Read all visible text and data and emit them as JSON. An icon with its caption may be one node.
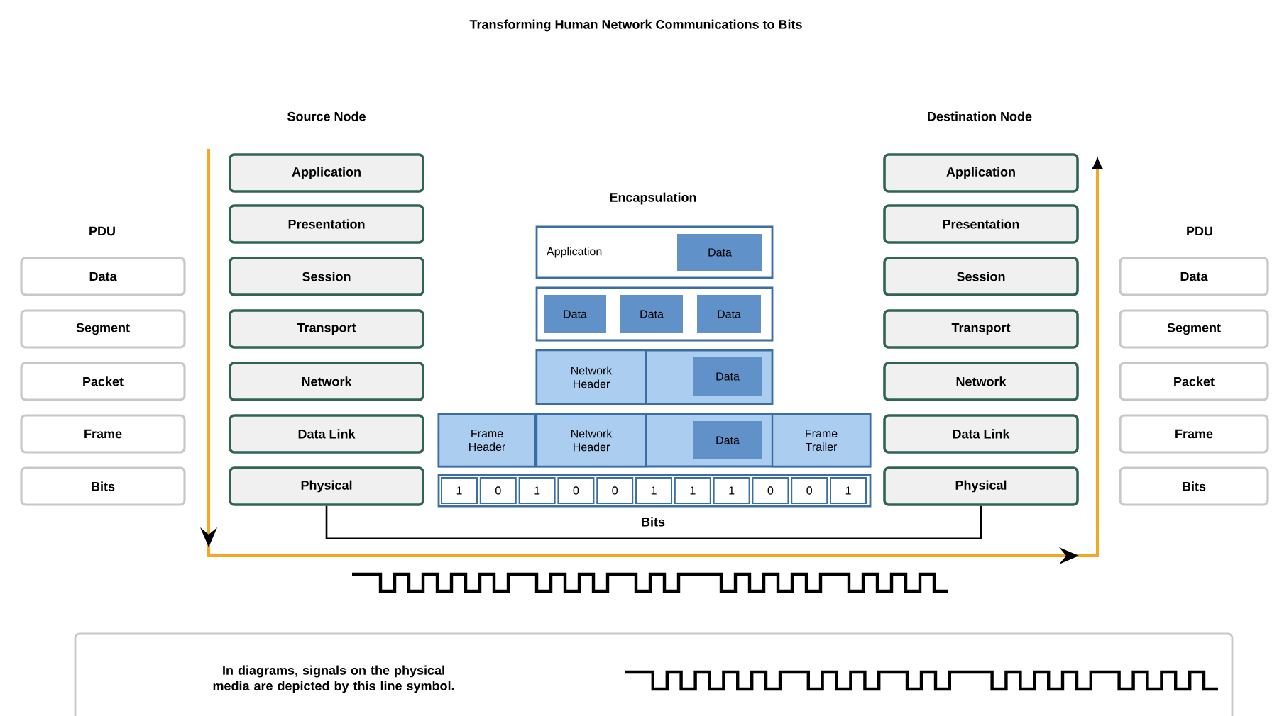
{
  "diagram": {
    "title": "Transforming Human Network Communications to Bits",
    "nodes": [
      {
        "text": [
          "Data"
        ]
      },
      {
        "text": [
          "Segment"
        ]
      },
      {
        "text": [
          "Packet"
        ]
      },
      {
        "text": [
          "Frame"
        ]
      },
      {
        "text": [
          "Bits"
        ]
      },
      {
        "text": [
          "Application"
        ]
      },
      {
        "text": [
          "Presentation"
        ]
      },
      {
        "text": [
          "Session"
        ]
      },
      {
        "text": [
          "Transport"
        ]
      },
      {
        "text": [
          "Network"
        ]
      },
      {
        "text": [
          "Data Link"
        ]
      },
      {
        "text": [
          "Physical"
        ]
      },
      {
        "text": [
          "Application"
        ]
      },
      {
        "text": [
          "Data"
        ],
        "in": 12
      },
      {
        "text": [],
        "shape": "box"
      },
      {
        "text": [
          "Data"
        ],
        "in": 14
      },
      {
        "text": [
          "Data"
        ],
        "in": 14
      },
      {
        "text": [
          "Data"
        ],
        "in": 14
      },
      {
        "text": [],
        "shape": "box"
      },
      {
        "text": [
          "Network Header"
        ],
        "in": 18
      },
      {
        "text": [
          "Data"
        ],
        "in": 18
      },
      {
        "text": [],
        "shape": "box"
      },
      {
        "text": [
          "Frame Header"
        ],
        "in": 21
      },
      {
        "text": [
          "Network Header"
        ],
        "in": 21
      },
      {
        "text": [
          "Data"
        ],
        "in": 21
      },
      {
        "text": [
          "Frame Trailer"
        ],
        "in": 21
      },
      {
        "text": [],
        "shape": "box"
      },
      {
        "text": [
          "1"
        ],
        "in": 26
      },
      {
        "text": [
          "0"
        ],
        "in": 26
      },
      {
        "text": [
          "1"
        ],
        "in": 26
      },
      {
        "text": [
          "0"
        ],
        "in": 26
      },
      {
        "text": [
          "0"
        ],
        "in": 26
      },
      {
        "text": [
          "1"
        ],
        "in": 26
      },
      {
        "text": [
          "1"
        ],
        "in": 26
      },
      {
        "text": [
          "1"
        ],
        "in": 26
      },
      {
        "text": [
          "0"
        ],
        "in": 26
      },
      {
        "text": [
          "0"
        ],
        "in": 26
      },
      {
        "text": [
          "1"
        ],
        "in": 26
      },
      {
        "text": [
          "Application"
        ]
      },
      {
        "text": [
          "Presentation"
        ]
      },
      {
        "text": [
          "Session"
        ]
      },
      {
        "text": [
          "Transport"
        ]
      },
      {
        "text": [
          "Network"
        ]
      },
      {
        "text": [
          "Data Link"
        ]
      },
      {
        "text": [
          "Physical"
        ]
      },
      {
        "text": [
          "Data"
        ]
      },
      {
        "text": [
          "Segment"
        ]
      },
      {
        "text": [
          "Packet"
        ]
      },
      {
        "text": [
          "Frame"
        ]
      },
      {
        "text": [
          "Bits"
        ]
      }
    ],
    "edges": [
      {
        "from": 11,
        "to": 44,
        "arrow": "none"
      }
    ],
    "labels": [
      "Source Node",
      "Destination Node",
      "PDU",
      "Encapsulation",
      "PDU",
      "Bits",
      "In diagrams, signals on the physical media are depicted by this line symbol."
    ]
  }
}
